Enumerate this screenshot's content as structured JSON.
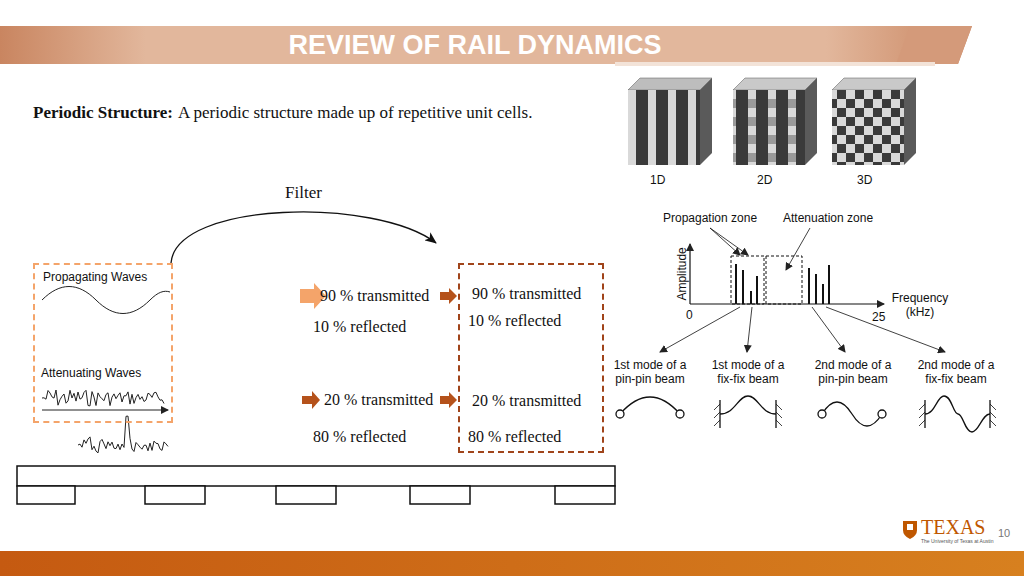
{
  "diagram": {
    "title": "REVIEW OF RAIL DYNAMICS",
    "nodes": [
      {
        "text": [
          "Propagating Waves",
          "Attenuating Waves"
        ]
      },
      {
        "text": [
          "90 % transmitted",
          "10 % reflected",
          "20 % transmitted",
          "80 % reflected"
        ]
      }
    ],
    "edges": [
      {
        "from": 0,
        "to": 1,
        "label": "Filter",
        "arrow": "to"
      }
    ],
    "labels": [
      "Periodic Structure:",
      "A periodic structure made up of repetitive unit cells.",
      "1D",
      "2D",
      "3D",
      "90 % transmitted",
      "10 % reflected",
      "20 % transmitted",
      "80 % reflected",
      "Propagation zone",
      "Attenuation zone",
      "Amplitude",
      "0",
      "25",
      "Frequency (kHz)",
      "1st mode of a pin-pin beam",
      "1st mode of a fix-fix beam",
      "2nd mode of a pin-pin beam",
      "2nd mode of a fix-fix beam",
      "TEXAS",
      "The University of Texas at Austin",
      "10"
    ]
  }
}
